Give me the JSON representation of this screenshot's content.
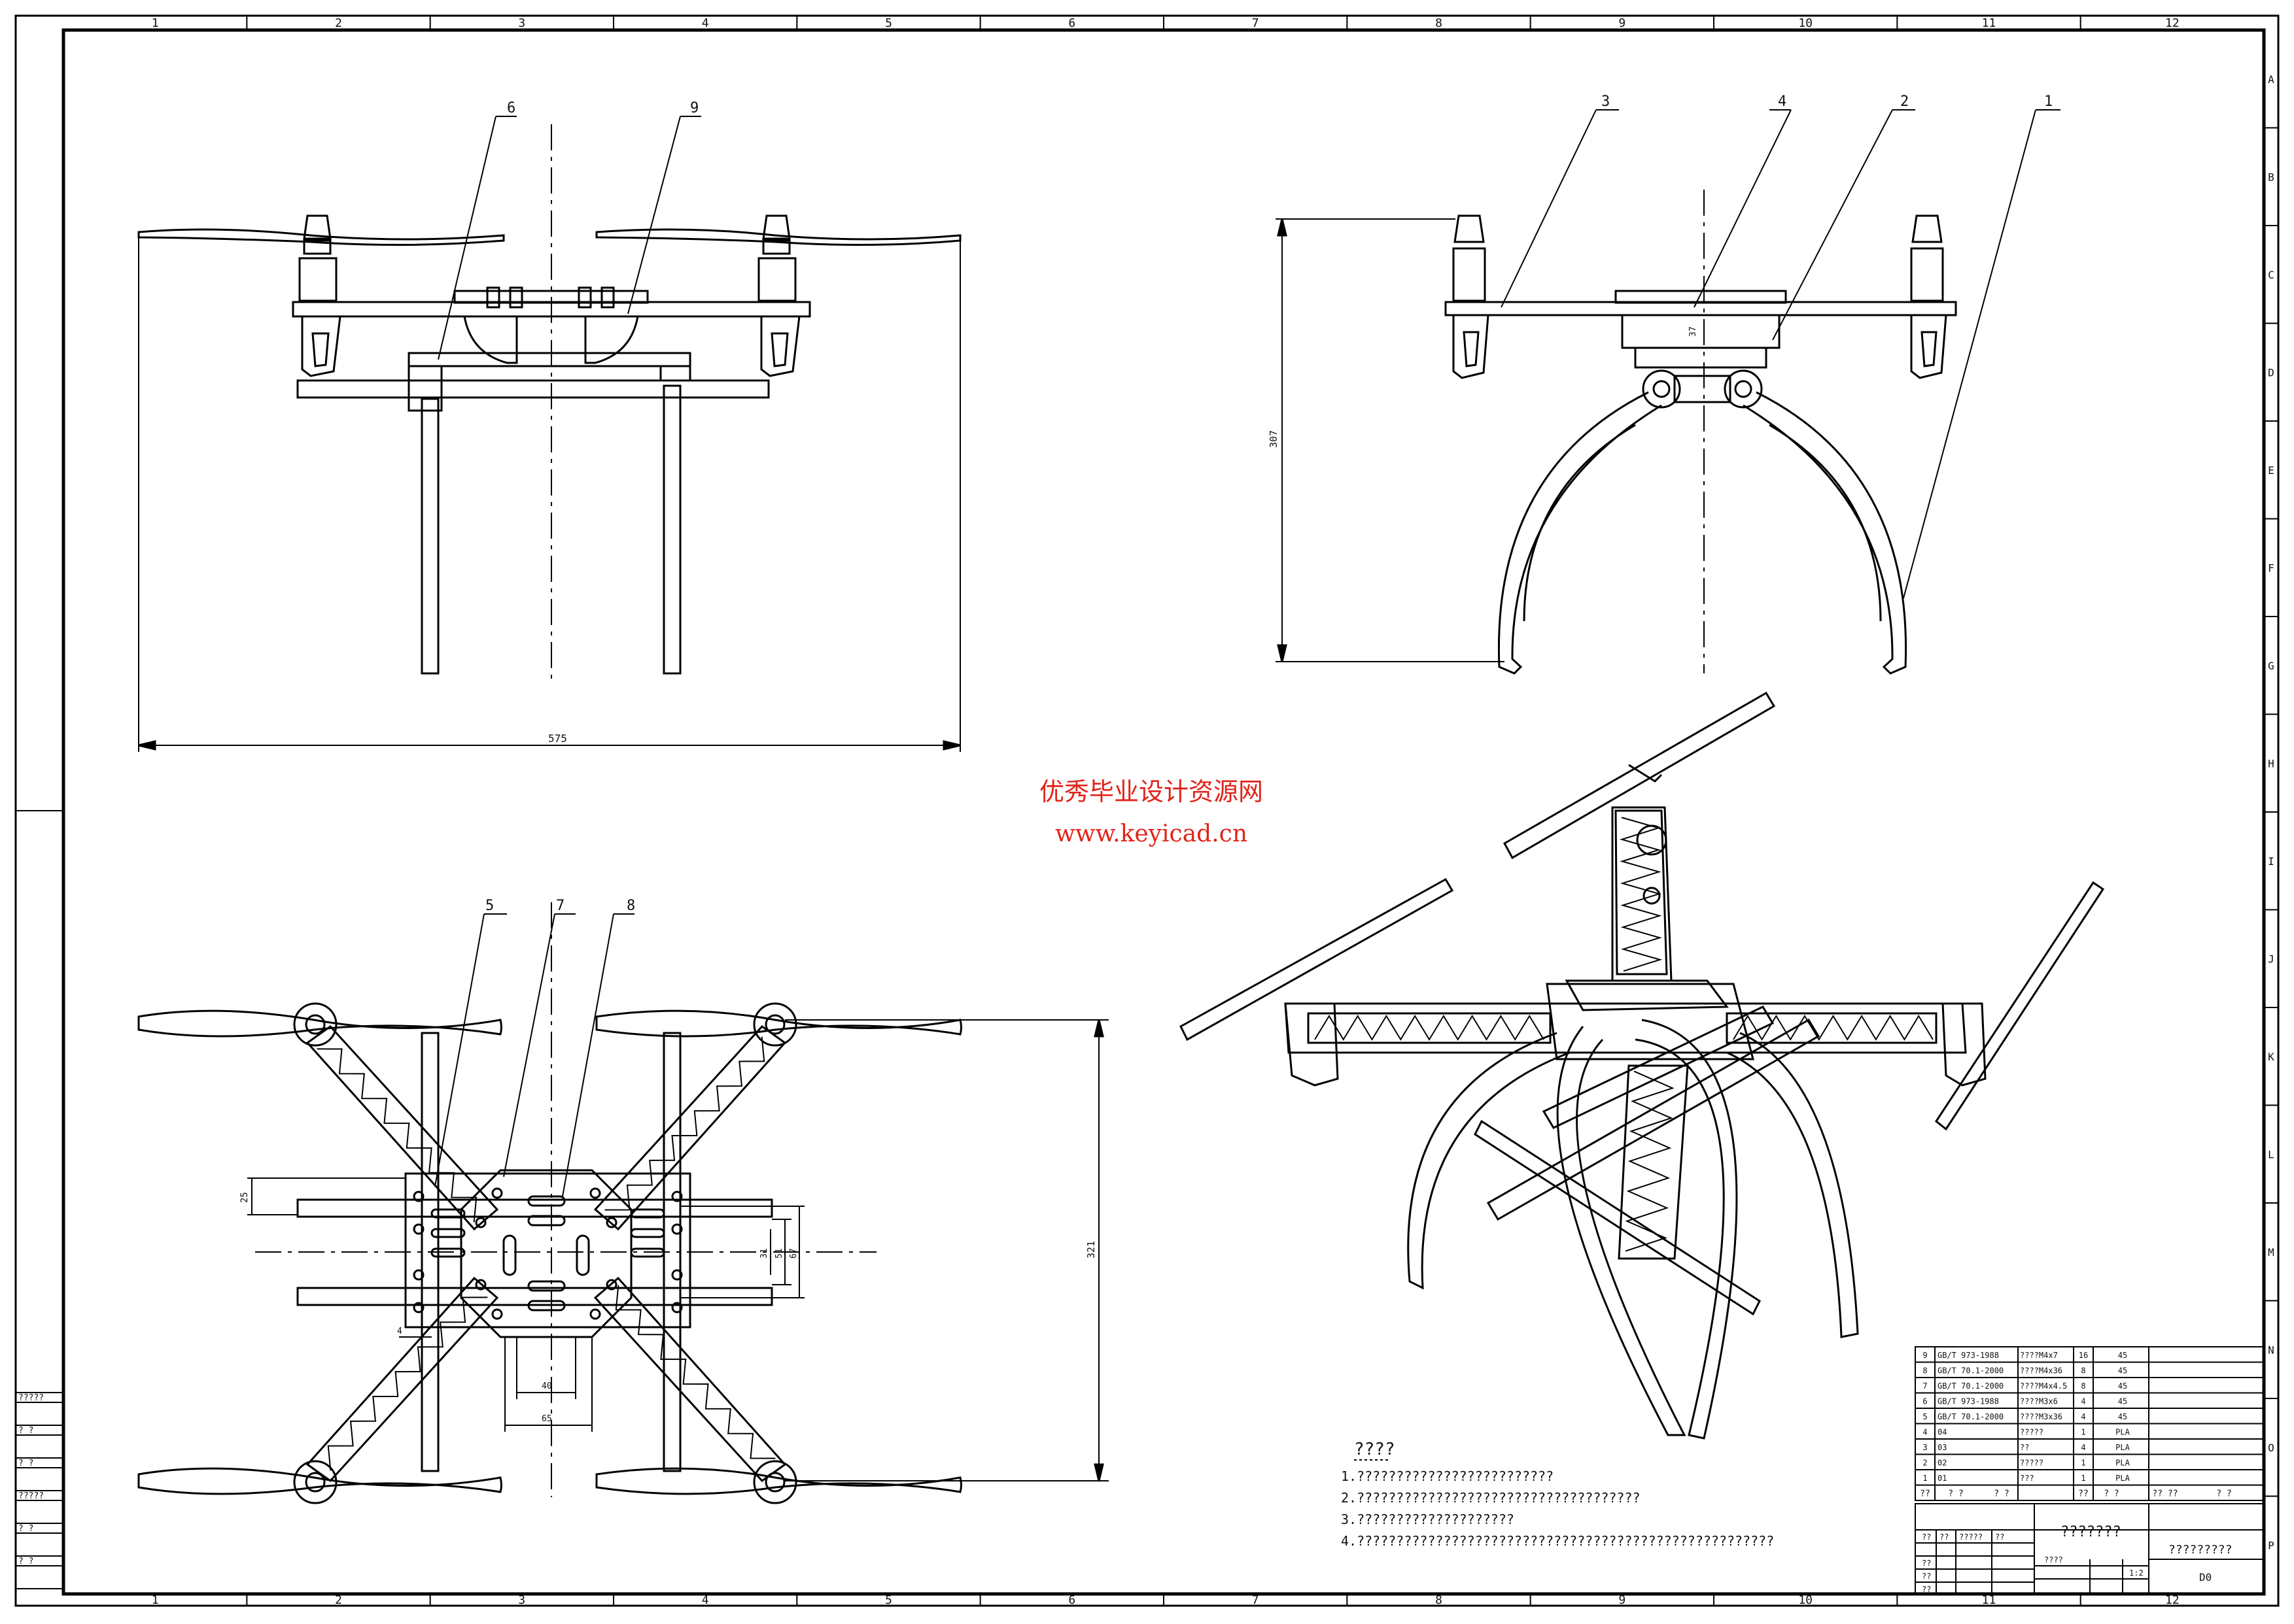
{
  "sheet": {
    "col_labels": [
      "1",
      "2",
      "3",
      "4",
      "5",
      "6",
      "7",
      "8",
      "9",
      "10",
      "11",
      "12"
    ],
    "row_labels": [
      "A",
      "B",
      "C",
      "D",
      "E",
      "F",
      "G",
      "H",
      "I",
      "J",
      "K",
      "L",
      "M",
      "N",
      "O",
      "P"
    ]
  },
  "watermark": {
    "line1": "优秀毕业设计资源网",
    "line2": "www.keyicad.cn"
  },
  "views": {
    "front": {
      "balloons": [
        "6",
        "9"
      ],
      "dim_width": "575"
    },
    "side": {
      "balloons": [
        "3",
        "4",
        "2",
        "1"
      ],
      "dim_height": "307",
      "dim_small": "37"
    },
    "top": {
      "balloons": [
        "5",
        "7",
        "8"
      ],
      "dim_left": "25",
      "dim_center_a": "31",
      "dim_center_b": "51",
      "dim_center_c": "67",
      "dim_right": "321",
      "dim_bottom_a": "40",
      "dim_bottom_b": "65",
      "dim_corner": "4"
    }
  },
  "notes": {
    "title": "????",
    "lines": [
      "1.?????????????????????????",
      "2.????????????????????????????????????",
      "3.????????????????????",
      "4.?????????????????????????????????????????????????????"
    ]
  },
  "bom": {
    "rows": [
      {
        "no": "9",
        "code": "GB/T 973-1988",
        "name": "????M4x7",
        "qty": "16",
        "mat": "45"
      },
      {
        "no": "8",
        "code": "GB/T 70.1-2000",
        "name": "????M4x36",
        "qty": "8",
        "mat": "45"
      },
      {
        "no": "7",
        "code": "GB/T 70.1-2000",
        "name": "????M4x4.5",
        "qty": "8",
        "mat": "45"
      },
      {
        "no": "6",
        "code": "GB/T 973-1988",
        "name": "????M3x6",
        "qty": "4",
        "mat": "45"
      },
      {
        "no": "5",
        "code": "GB/T 70.1-2000",
        "name": "????M3x36",
        "qty": "4",
        "mat": "45"
      },
      {
        "no": "4",
        "code": "04",
        "name": "?????",
        "qty": "1",
        "mat": "PLA"
      },
      {
        "no": "3",
        "code": "03",
        "name": "??",
        "qty": "4",
        "mat": "PLA"
      },
      {
        "no": "2",
        "code": "02",
        "name": "?????",
        "qty": "1",
        "mat": "PLA"
      },
      {
        "no": "1",
        "code": "01",
        "name": "???",
        "qty": "1",
        "mat": "PLA"
      }
    ],
    "header": [
      "??",
      "?  ?",
      "?  ?",
      "??",
      "?  ?",
      "??  ??",
      "?  ?"
    ]
  },
  "title_block": {
    "drawing_name": "???????",
    "drawing_no": "?????????",
    "sheet": "D0",
    "scale": "1:2",
    "labels": [
      "??",
      "??",
      "?????",
      "??",
      "????",
      "??",
      "??",
      "??"
    ]
  },
  "left_margin_stamps": [
    "?????",
    "? ?",
    "? ?",
    "?????",
    "? ?",
    "? ?"
  ]
}
